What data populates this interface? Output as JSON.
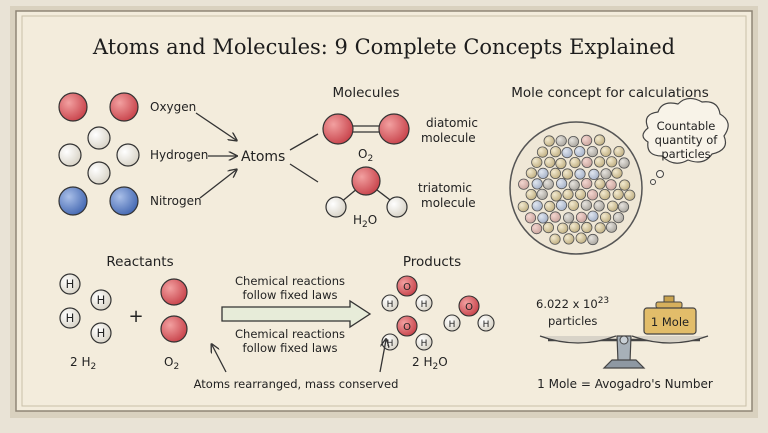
{
  "title": "Atoms and Molecules: 9 Complete Concepts Explained",
  "atoms": {
    "oxygen": "Oxygen",
    "hydrogen": "Hydrogen",
    "nitrogen": "Nitrogen",
    "center": "Atoms"
  },
  "molecules": {
    "heading": "Molecules",
    "diatomic_line1": "diatomic",
    "diatomic_line2": "molecule",
    "o2_formula": "O",
    "o2_subscript": "2",
    "triatomic_line1": "triatomic",
    "triatomic_line2": "molecule",
    "h2o_h": "H",
    "h2o_sub": "2",
    "h2o_o": "O"
  },
  "mole": {
    "heading": "Mole concept for calculations",
    "bubble_line1": "Countable",
    "bubble_line2": "quantity of",
    "bubble_line3": "particles",
    "avogadro_mantissa": "6.022 x 10",
    "avogadro_exp": "23",
    "particles": "particles",
    "weight_label": "1 Mole",
    "equation": "1 Mole = Avogadro's Number"
  },
  "reaction": {
    "reactants": "Reactants",
    "products": "Products",
    "h_symbol": "H",
    "o_symbol": "O",
    "plus": "+",
    "law1_line1": "Chemical reactions",
    "law1_line2": "follow fixed laws",
    "law2_line1": "Chemical reactions",
    "law2_line2": "follow fixed laws",
    "coef_h2": "2 H",
    "sub_h2": "2",
    "o2": "O",
    "sub_o2": "2",
    "coef_h2o": "2 H",
    "sub_h2o": "2",
    "h2o_tail": "O",
    "conservation": "Atoms rearranged, mass conserved"
  },
  "colors": {
    "paper": "#f3ecdc",
    "oxygen_red": "#d9575d",
    "nitrogen_blue": "#5a7fc4",
    "hydrogen_white": "#f2efe6",
    "particle_tan": "#d8c9a0",
    "weight_gold": "#e2bd6a"
  }
}
